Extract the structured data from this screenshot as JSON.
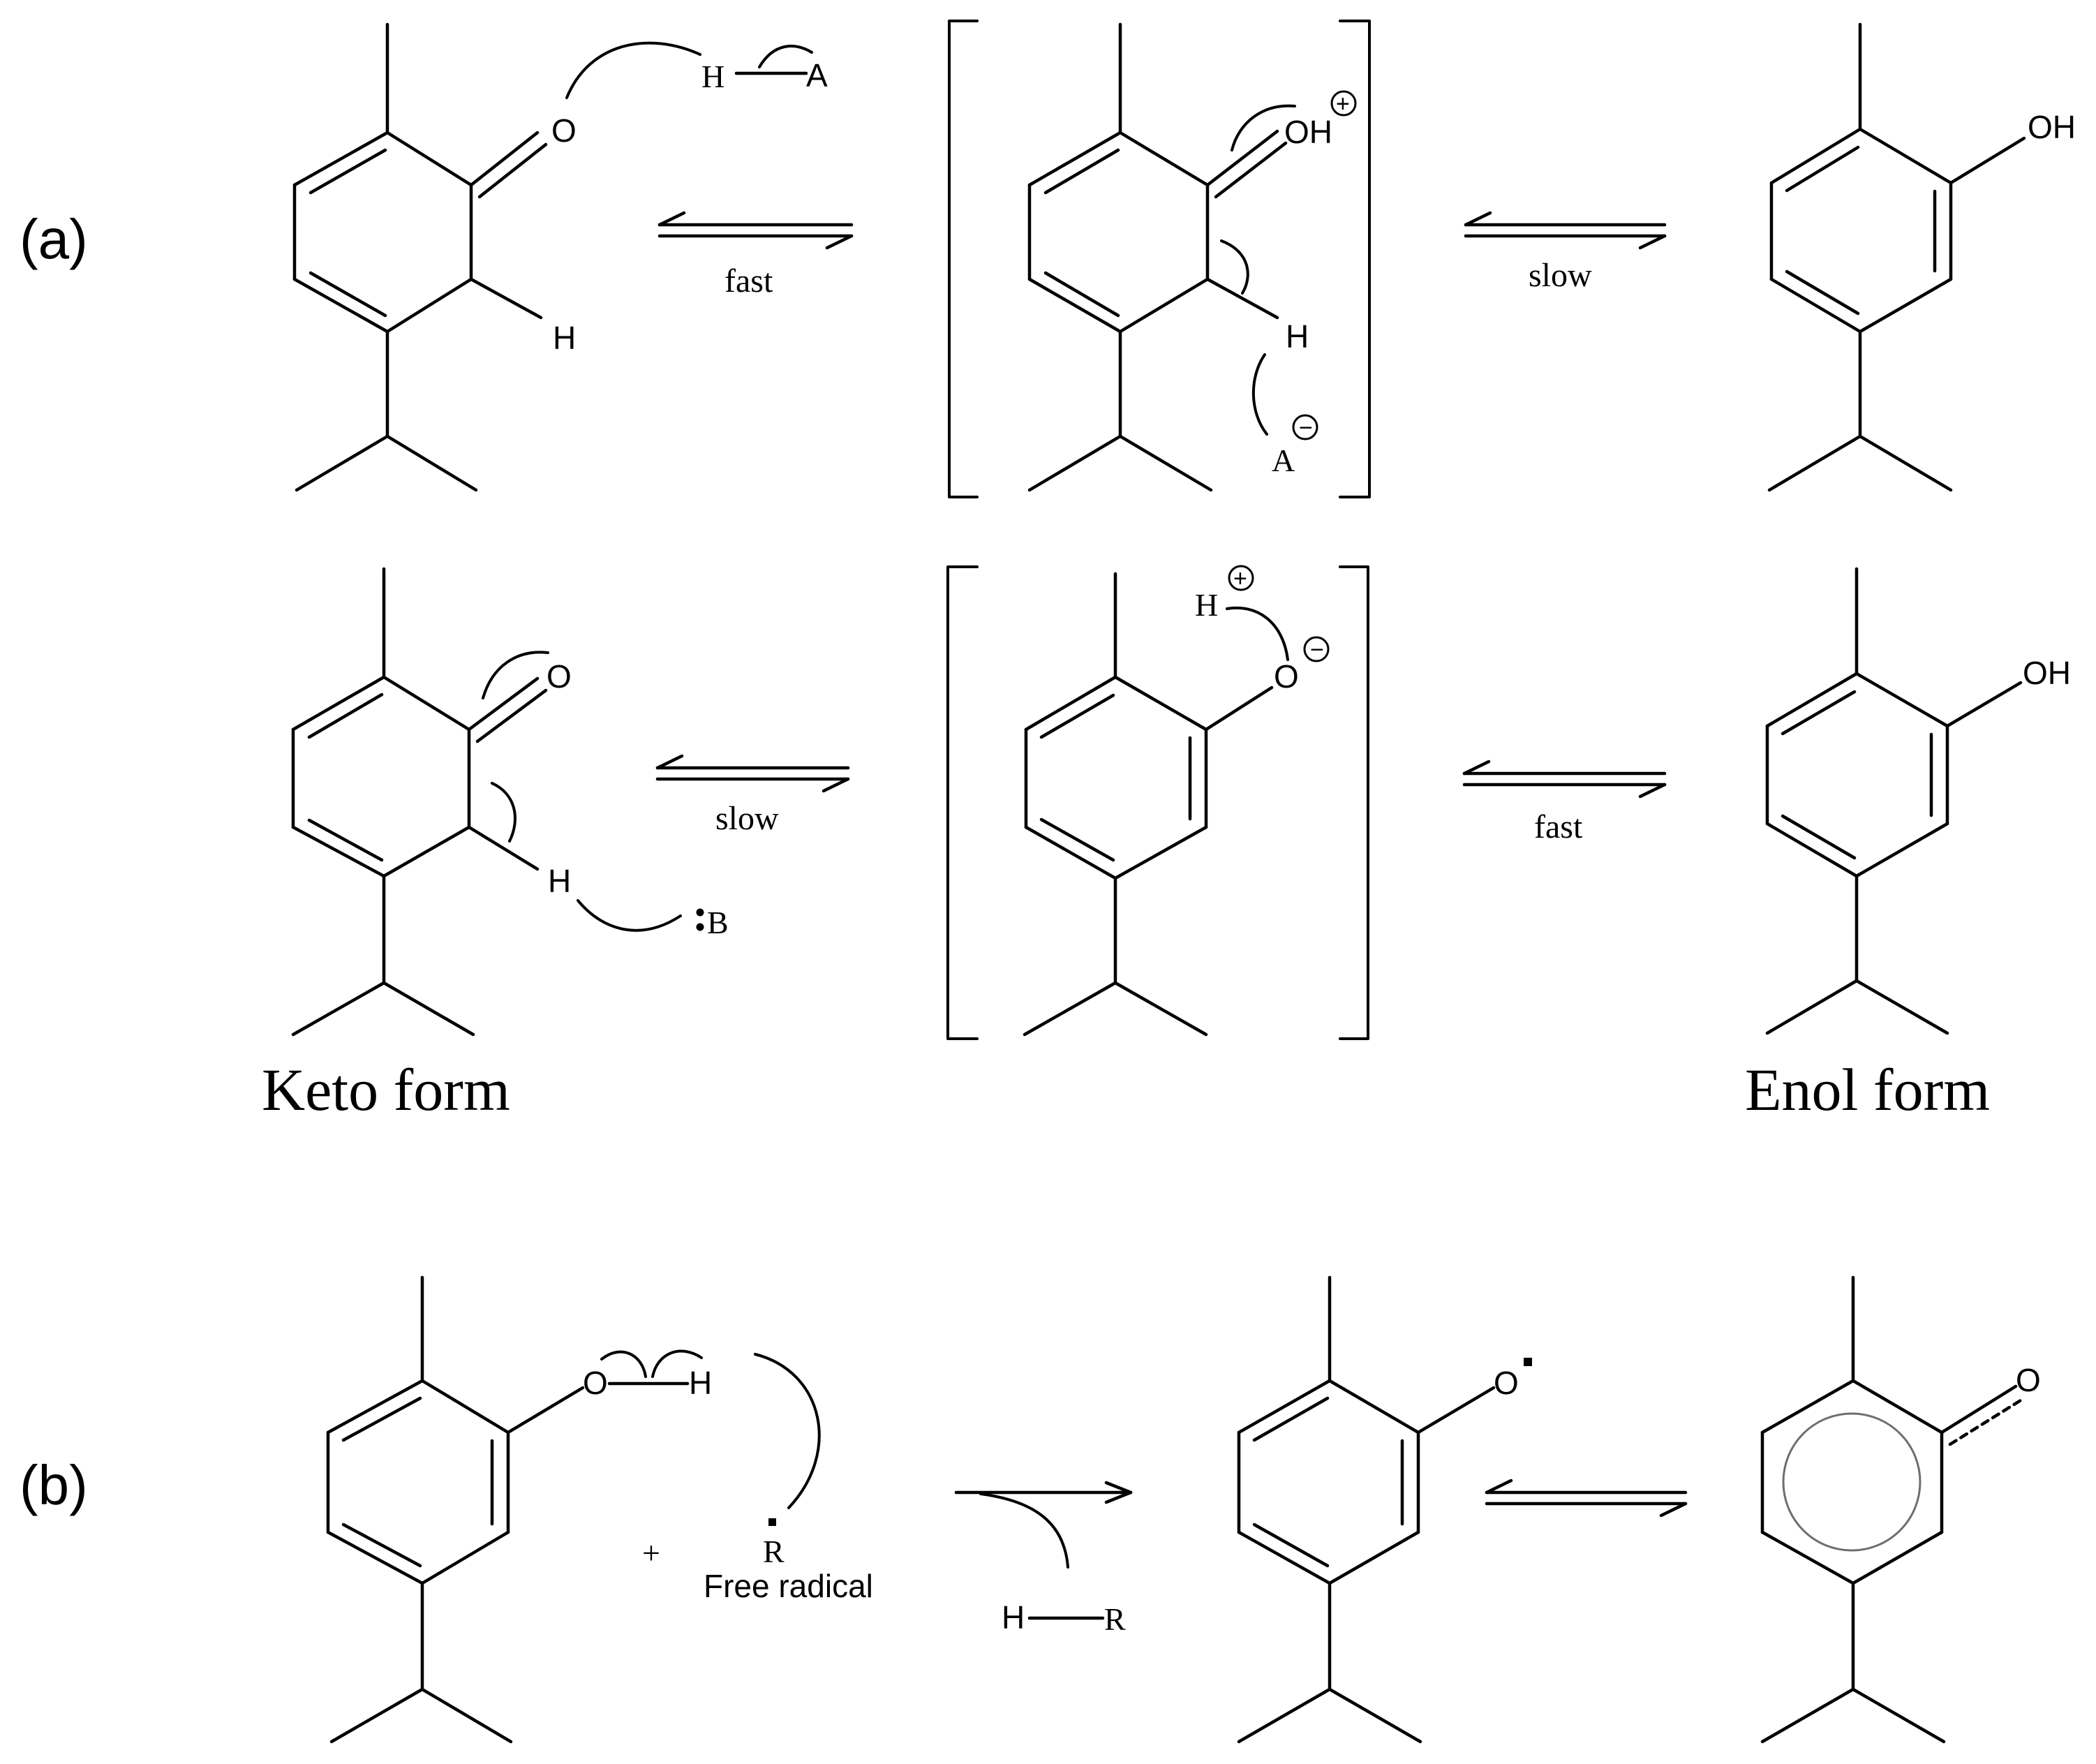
{
  "panel_labels": {
    "a": "(a)",
    "b": "(b)"
  },
  "atoms": {
    "O": "O",
    "OH": "OH",
    "H": "H",
    "A": "A",
    "B": "B",
    "R": "R",
    "plus_sign": "+"
  },
  "charges": {
    "positive": "+",
    "negative": "−"
  },
  "conditions": {
    "a_top_first": "fast",
    "a_top_second": "slow",
    "a_bottom_first": "slow",
    "a_bottom_second": "fast"
  },
  "captions": {
    "keto": "Keto form",
    "enol": "Enol form",
    "free_radical": "Free radical"
  }
}
